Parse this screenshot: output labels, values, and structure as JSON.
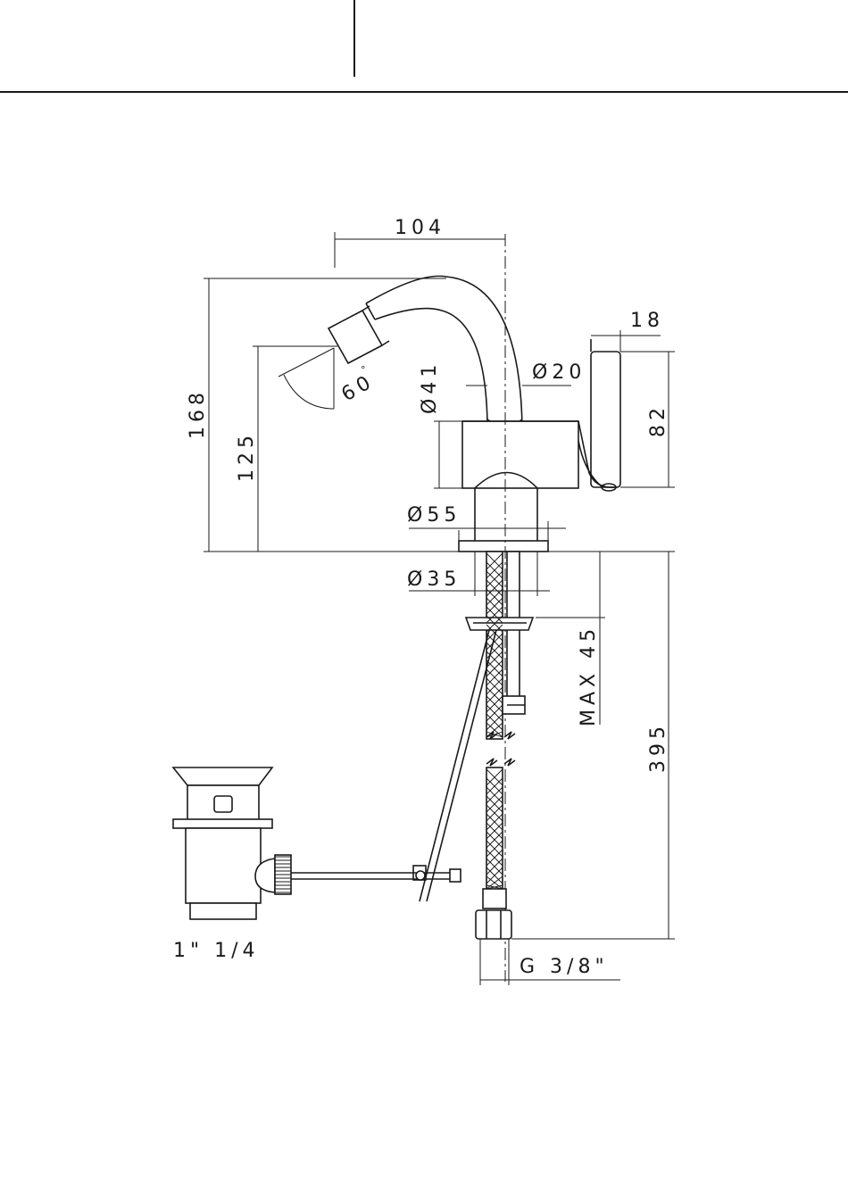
{
  "dimensions": {
    "width_104": "104",
    "height_168": "168",
    "height_125": "125",
    "angle_60": "60",
    "degree_mark": "°",
    "dia_41": "Ø41",
    "dia_20": "Ø20",
    "width_18": "18",
    "height_82": "82",
    "dia_55": "Ø55",
    "dia_35": "Ø35",
    "max_45": "MAX 45",
    "length_395": "395",
    "thread_g38": "G 3/8\"",
    "waste_size": "1\"  1/4"
  }
}
